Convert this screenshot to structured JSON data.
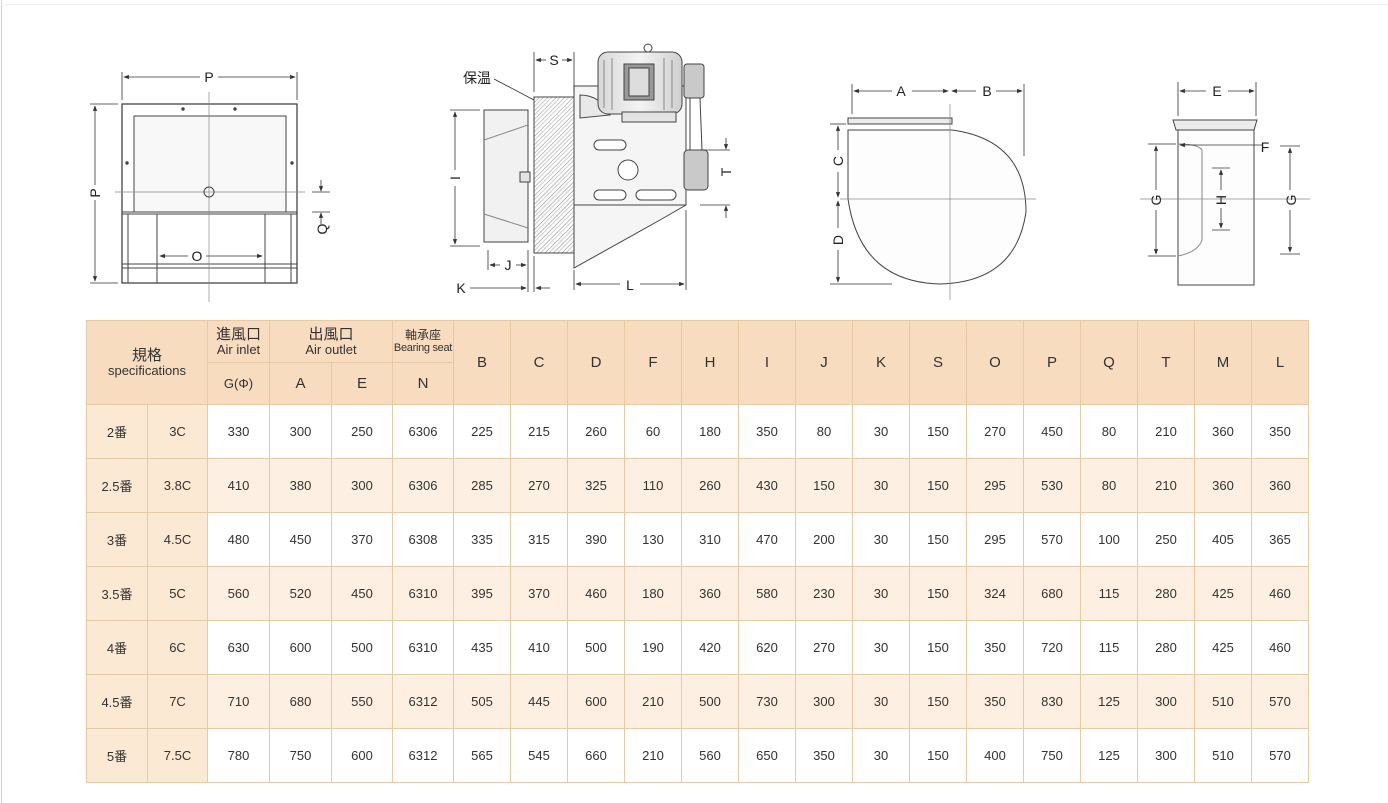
{
  "diagram_labels": {
    "front": {
      "P_top": "P",
      "P_side": "P",
      "Q": "Q",
      "O": "O"
    },
    "side": {
      "S": "S",
      "insulation": "保温",
      "I": "I",
      "T": "T",
      "J": "J",
      "K": "K",
      "L": "L"
    },
    "housing": {
      "A": "A",
      "B": "B",
      "C": "C",
      "D": "D"
    },
    "inlet": {
      "E": "E",
      "F": "F",
      "G_left": "G",
      "H": "H",
      "G_right": "G"
    }
  },
  "table": {
    "header": {
      "spec_cn": "規格",
      "spec_en": "specifications",
      "air_inlet_cn": "進風口",
      "air_inlet_en": "Air inlet",
      "air_outlet_cn": "出風口",
      "air_outlet_en": "Air outlet",
      "bearing_cn": "軸承座",
      "bearing_en": "Bearing seat",
      "g_label": "G(Φ)",
      "a_label": "A",
      "e_label": "E",
      "n_label": "N",
      "letters": [
        "B",
        "C",
        "D",
        "F",
        "H",
        "I",
        "J",
        "K",
        "S",
        "O",
        "P",
        "Q",
        "T",
        "M",
        "L"
      ]
    },
    "rows": [
      {
        "ban": "2番",
        "c": "3C",
        "cells": [
          "330",
          "300",
          "250",
          "6306",
          "225",
          "215",
          "260",
          "60",
          "180",
          "350",
          "80",
          "30",
          "150",
          "270",
          "450",
          "80",
          "210",
          "360",
          "350"
        ]
      },
      {
        "ban": "2.5番",
        "c": "3.8C",
        "cells": [
          "410",
          "380",
          "300",
          "6306",
          "285",
          "270",
          "325",
          "110",
          "260",
          "430",
          "150",
          "30",
          "150",
          "295",
          "530",
          "80",
          "210",
          "360",
          "360"
        ]
      },
      {
        "ban": "3番",
        "c": "4.5C",
        "cells": [
          "480",
          "450",
          "370",
          "6308",
          "335",
          "315",
          "390",
          "130",
          "310",
          "470",
          "200",
          "30",
          "150",
          "295",
          "570",
          "100",
          "250",
          "405",
          "365"
        ]
      },
      {
        "ban": "3.5番",
        "c": "5C",
        "cells": [
          "560",
          "520",
          "450",
          "6310",
          "395",
          "370",
          "460",
          "180",
          "360",
          "580",
          "230",
          "30",
          "150",
          "324",
          "680",
          "115",
          "280",
          "425",
          "460"
        ]
      },
      {
        "ban": "4番",
        "c": "6C",
        "cells": [
          "630",
          "600",
          "500",
          "6310",
          "435",
          "410",
          "500",
          "190",
          "420",
          "620",
          "270",
          "30",
          "150",
          "350",
          "720",
          "115",
          "280",
          "425",
          "460"
        ]
      },
      {
        "ban": "4.5番",
        "c": "7C",
        "cells": [
          "710",
          "680",
          "550",
          "6312",
          "505",
          "445",
          "600",
          "210",
          "500",
          "730",
          "300",
          "30",
          "150",
          "350",
          "830",
          "125",
          "300",
          "510",
          "570"
        ]
      },
      {
        "ban": "5番",
        "c": "7.5C",
        "cells": [
          "780",
          "750",
          "600",
          "6312",
          "565",
          "545",
          "660",
          "210",
          "560",
          "650",
          "350",
          "30",
          "150",
          "400",
          "750",
          "125",
          "300",
          "510",
          "570"
        ]
      }
    ]
  }
}
